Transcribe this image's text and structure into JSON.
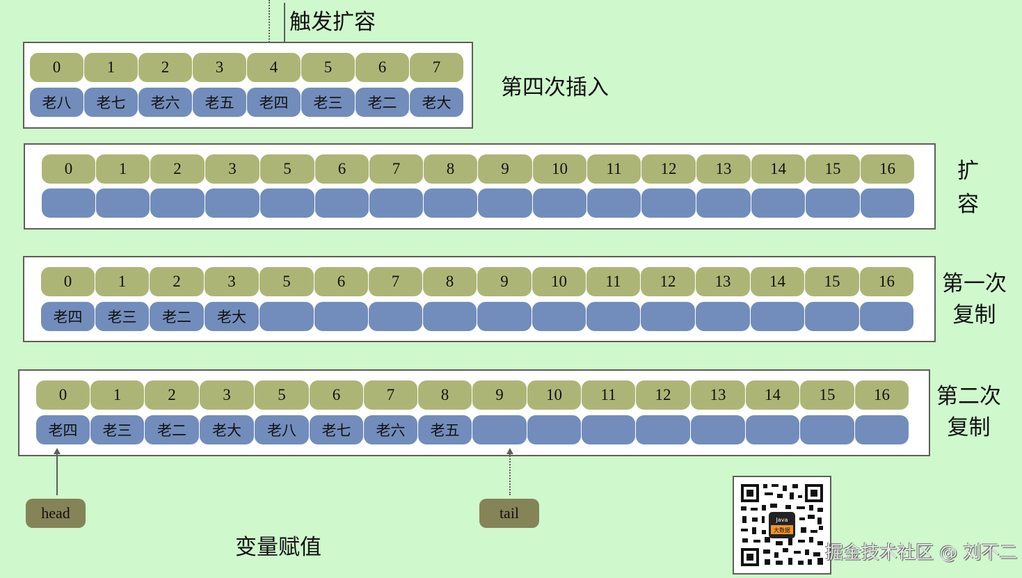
{
  "diagram": {
    "trigger_label": "触发扩容",
    "colors": {
      "background": "#cff8cd",
      "index_cell": "#adb576",
      "value_cell": "#728dbb",
      "pointer": "#858358",
      "border": "#5e5e58"
    },
    "stage1": {
      "label": "第四次插入",
      "indices": [
        "0",
        "1",
        "2",
        "3",
        "4",
        "5",
        "6",
        "7"
      ],
      "values": [
        "老八",
        "老七",
        "老六",
        "老五",
        "老四",
        "老三",
        "老二",
        "老大"
      ]
    },
    "stage2": {
      "label_line1": "扩",
      "label_line2": "容",
      "indices": [
        "0",
        "1",
        "2",
        "3",
        "5",
        "6",
        "7",
        "8",
        "9",
        "10",
        "11",
        "12",
        "13",
        "14",
        "15",
        "16"
      ],
      "values": [
        "",
        "",
        "",
        "",
        "",
        "",
        "",
        "",
        "",
        "",
        "",
        "",
        "",
        "",
        "",
        ""
      ]
    },
    "stage3": {
      "label_line1": "第一次",
      "label_line2": "复制",
      "indices": [
        "0",
        "1",
        "2",
        "3",
        "5",
        "6",
        "7",
        "8",
        "9",
        "10",
        "11",
        "12",
        "13",
        "14",
        "15",
        "16"
      ],
      "values": [
        "老四",
        "老三",
        "老二",
        "老大",
        "",
        "",
        "",
        "",
        "",
        "",
        "",
        "",
        "",
        "",
        "",
        ""
      ]
    },
    "stage4": {
      "label_line1": "第二次",
      "label_line2": "复制",
      "indices": [
        "0",
        "1",
        "2",
        "3",
        "5",
        "6",
        "7",
        "8",
        "9",
        "10",
        "11",
        "12",
        "13",
        "14",
        "15",
        "16"
      ],
      "values": [
        "老四",
        "老三",
        "老二",
        "老大",
        "老八",
        "老七",
        "老六",
        "老五",
        "",
        "",
        "",
        "",
        "",
        "",
        "",
        ""
      ]
    },
    "pointers": {
      "head": "head",
      "tail": "tail"
    },
    "footer_label": "变量赋值",
    "qr": {
      "badge_line1": "Java",
      "badge_line2": "大数据"
    },
    "watermark": "掘金技术社区 @ 刘不二"
  }
}
